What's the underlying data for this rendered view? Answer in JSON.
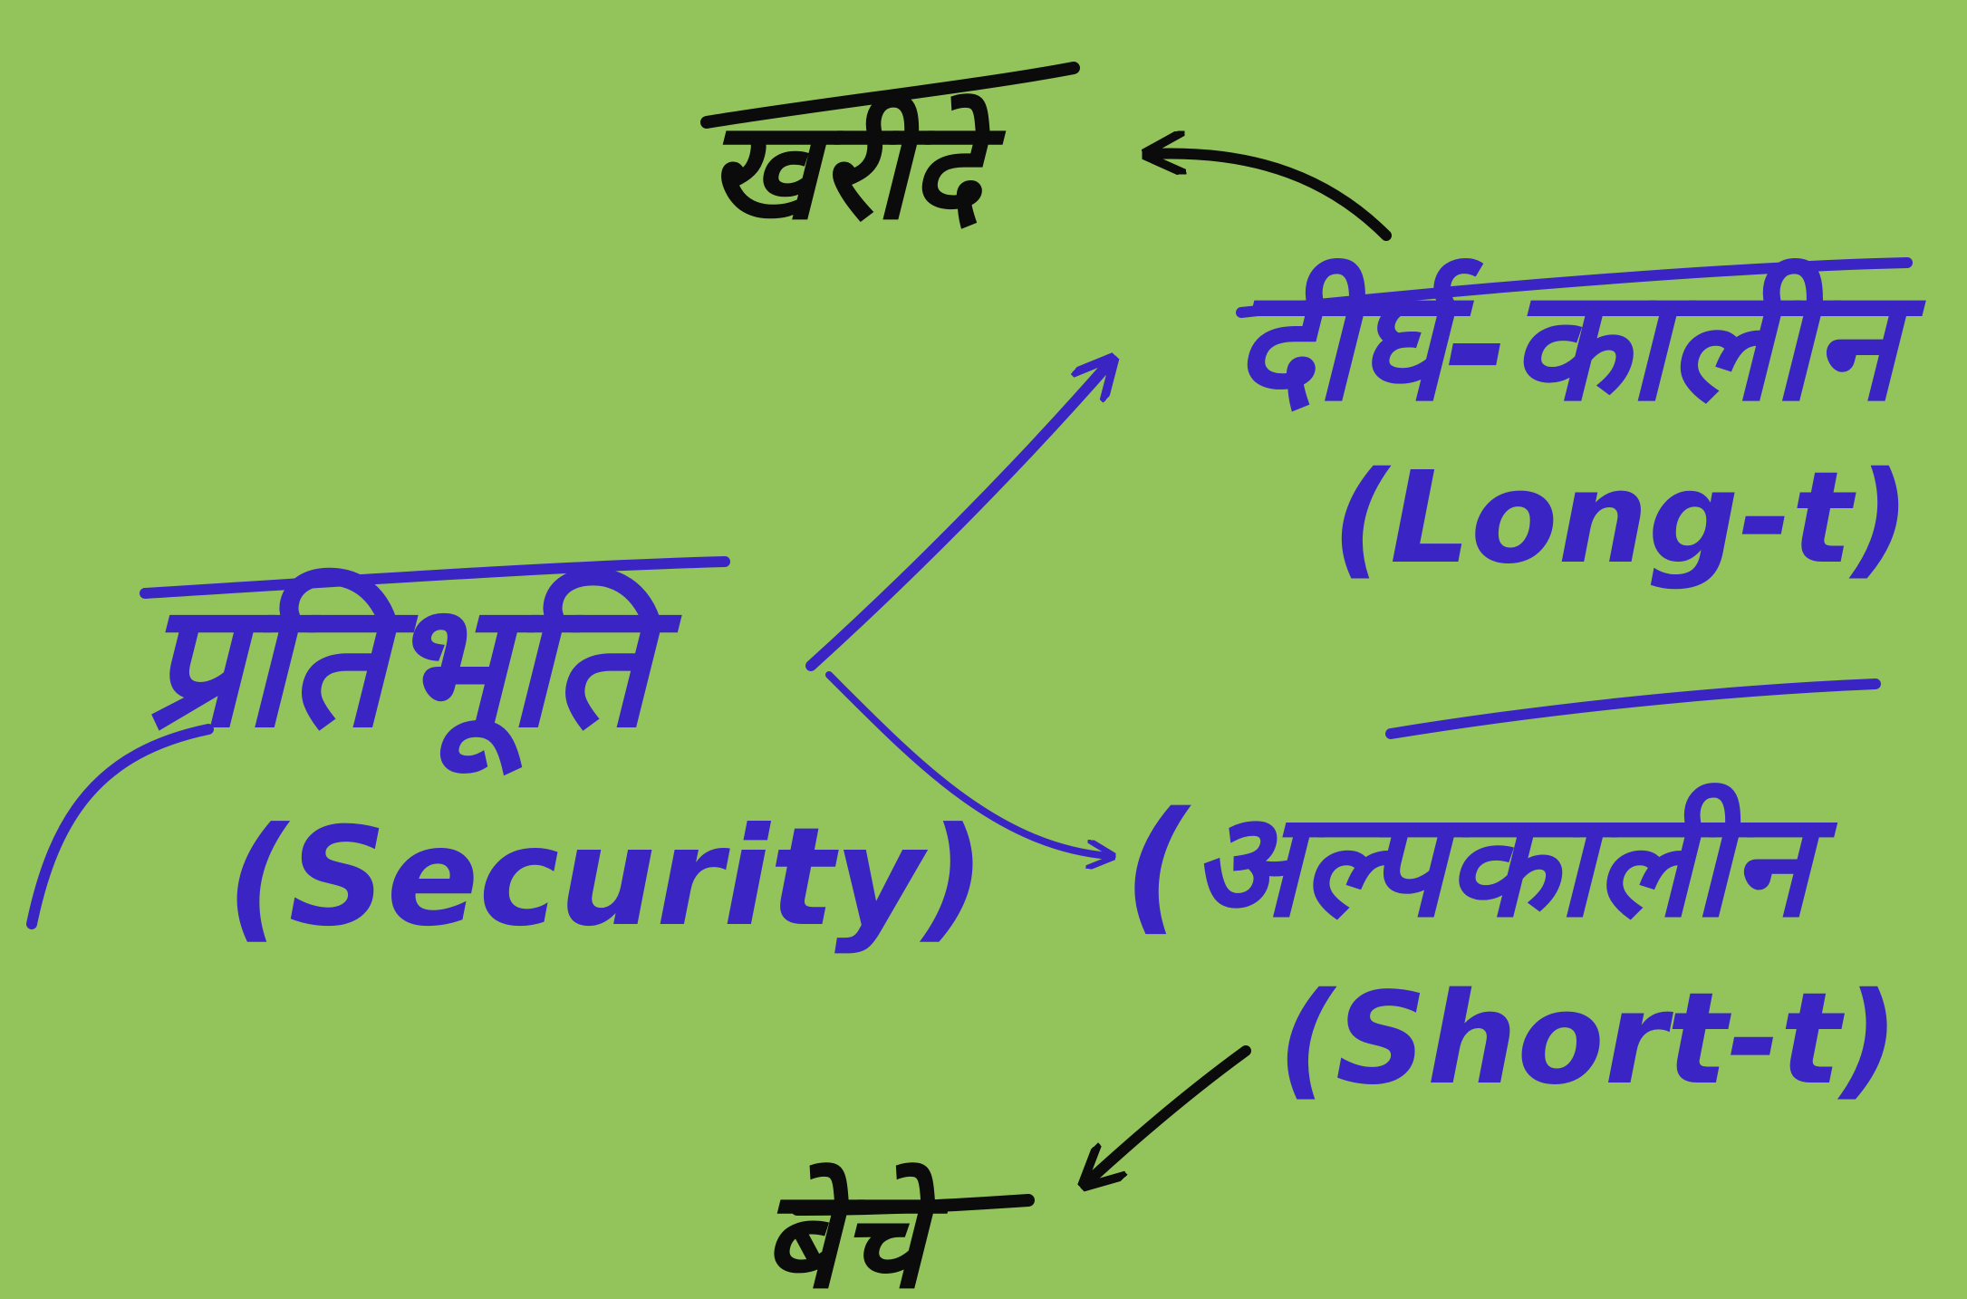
{
  "colors": {
    "background": "#93c35b",
    "ink_blue": "#3a25c4",
    "ink_black": "#0b0b0b"
  },
  "diagram": {
    "center": {
      "label": "प्रतिभूति",
      "label_en": "(Security)"
    },
    "long_term": {
      "label": "दीर्घ-कालीन",
      "label_en": "(Long-t)"
    },
    "short_term": {
      "label": "(अल्पकालीन",
      "label_en": "(Short-t)"
    },
    "buy": {
      "label": "खरीदे"
    },
    "sell": {
      "label": "बेचे"
    }
  }
}
